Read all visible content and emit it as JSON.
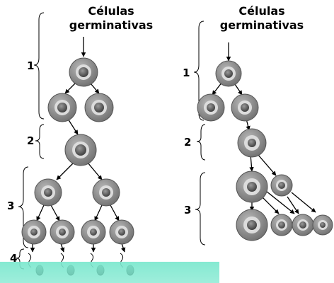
{
  "left": {
    "title_line1": "Células",
    "title_line2": "germinativas",
    "stages": [
      "1",
      "2",
      "3",
      "4"
    ]
  },
  "right": {
    "title_line1": "Células",
    "title_line2": "germinativas",
    "stages": [
      "1",
      "2",
      "3"
    ]
  },
  "colors": {
    "cell_outer": "#8a8a8a",
    "cell_ring": "#d4d4d4",
    "cell_nucleus": "#6e6e6e",
    "overlay": "#7ee8cf"
  }
}
